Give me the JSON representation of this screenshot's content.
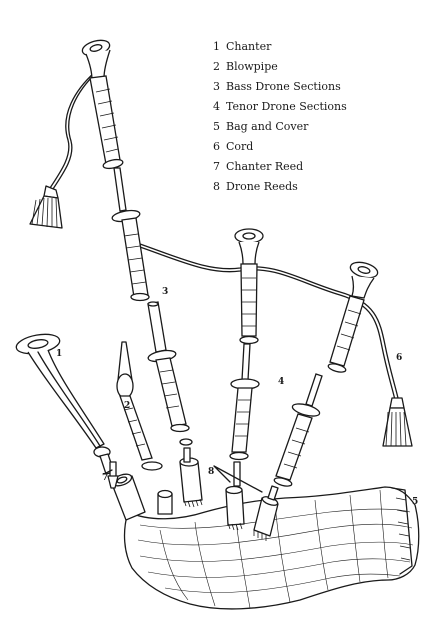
{
  "legend": [
    {
      "number": "1",
      "label": "Chanter"
    },
    {
      "number": "2",
      "label": "Blowpipe"
    },
    {
      "number": "3",
      "label": "Bass Drone Sections"
    },
    {
      "number": "4",
      "label": "Tenor Drone Sections"
    },
    {
      "number": "5",
      "label": "Bag and Cover"
    },
    {
      "number": "6",
      "label": "Cord"
    },
    {
      "number": "7",
      "label": "Chanter Reed"
    },
    {
      "number": "8",
      "label": "Drone Reeds"
    }
  ],
  "callouts": {
    "chanter": "1",
    "blowpipe": "2",
    "bass_drone": "3",
    "tenor_drones": "4",
    "bag": "5",
    "cord": "6",
    "chanter_reed": "7",
    "drone_reeds": "8"
  }
}
